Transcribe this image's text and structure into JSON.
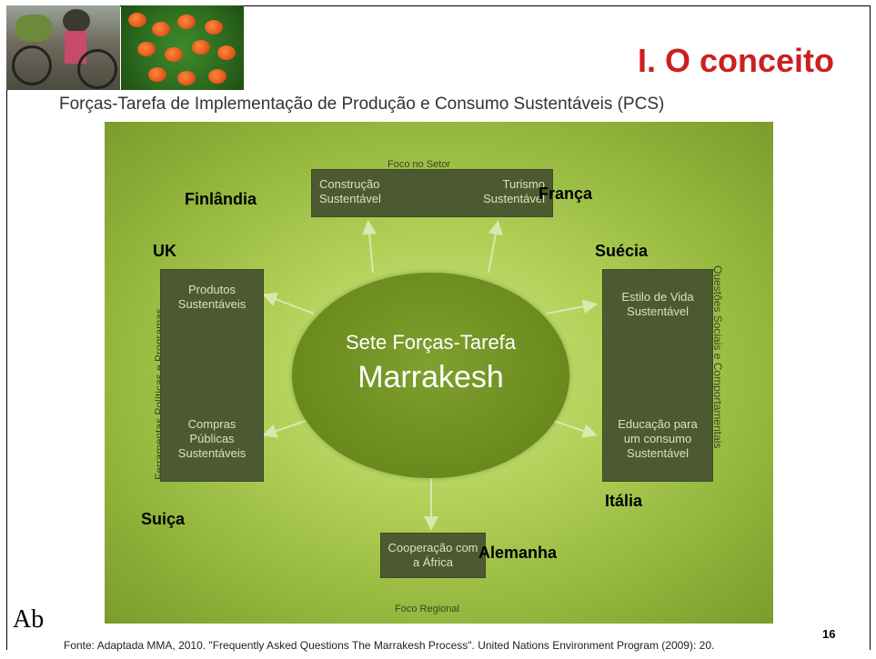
{
  "slide": {
    "title": "I. O conceito",
    "subtitle": "Forças-Tarefa de Implementação de Produção e Consumo Sustentáveis (PCS)",
    "footer_left_partial": "Ab",
    "page_number_partial": "16",
    "source": "Fonte: Adaptada MMA, 2010. \"Frequently Asked Questions The Marrakesh Process\". United Nations Environment Program (2009): 20."
  },
  "diagram": {
    "center_line1": "Sete Forças-Tarefa",
    "center_line2": "Marrakesh",
    "top_label": "Foco no Setor",
    "bottom_label": "Foco Regional",
    "left_label": "Ferramentas Políticas e Programas",
    "right_label": "Questões Sociais e Comportamentais",
    "boxes": {
      "construcao": "Construção Sustentável",
      "turismo": "Turismo Sustentável",
      "produtos": "Produtos Sustentáveis",
      "compras": "Compras Públicas Sustentáveis",
      "estilo": "Estilo de Vida Sustentável",
      "educacao": "Educação para um consumo Sustentável",
      "cooperacao": "Cooperação com a África"
    }
  },
  "countries": {
    "finlandia": "Finlândia",
    "franca": "França",
    "uk": "UK",
    "suecia": "Suécia",
    "italia": "Itália",
    "suica": "Suiça",
    "alemanha": "Alemanha"
  },
  "colors": {
    "title": "#cc1f1f",
    "box_fill": "#4d5a31",
    "panel_green": "#b4d25a"
  }
}
